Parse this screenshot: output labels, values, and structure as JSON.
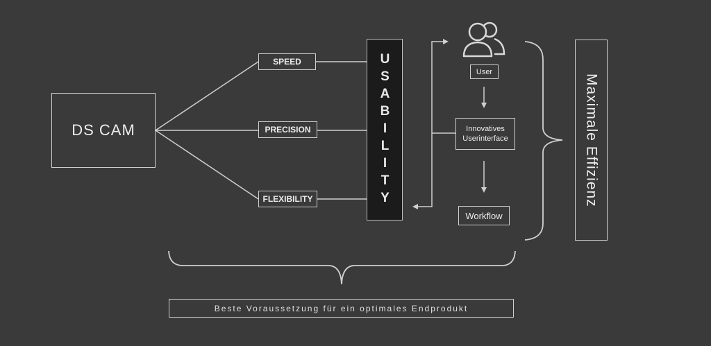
{
  "main": {
    "label": "DS CAM"
  },
  "attributes": {
    "speed": "SPEED",
    "precision": "PRECISION",
    "flexibility": "FLEXIBILITY"
  },
  "usability": {
    "label": "USABILITY"
  },
  "flow": {
    "user": "User",
    "interface_line1": "Innovatives",
    "interface_line2": "Userinterface",
    "workflow": "Workflow"
  },
  "result": {
    "label": "Maximale Effizienz"
  },
  "footer": {
    "label": "Beste Voraussetzung für ein optimales Endprodukt"
  },
  "icons": {
    "user": "users-icon"
  },
  "colors": {
    "background": "#3a3a3a",
    "line": "#d0d0d0",
    "usability_fill": "#1b1b1b"
  }
}
